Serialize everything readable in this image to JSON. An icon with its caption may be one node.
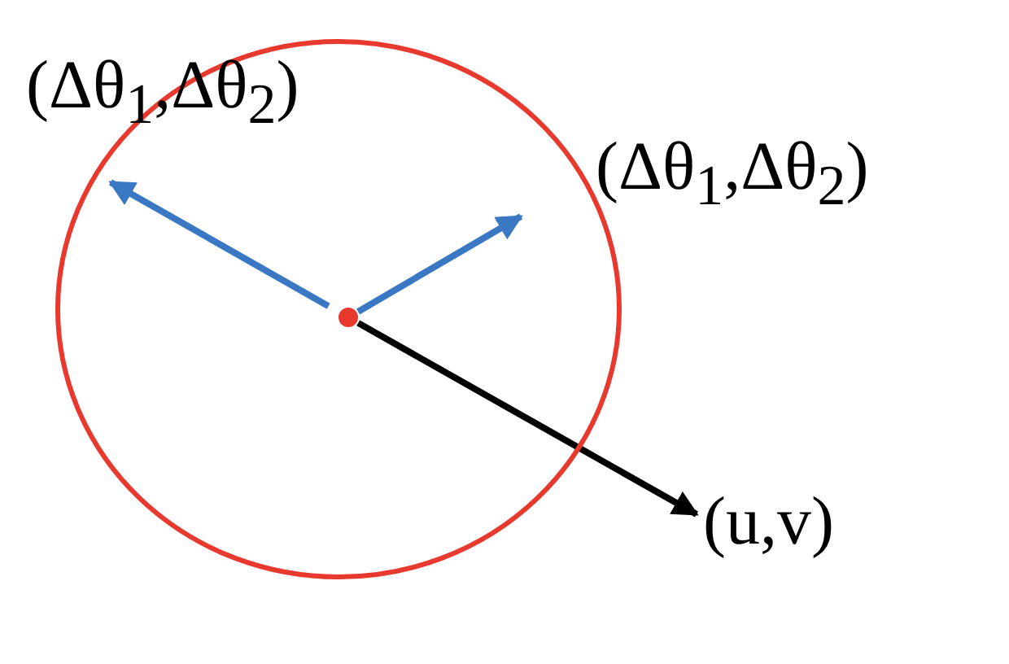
{
  "diagram": {
    "nodes": [
      {
        "text": [],
        "shape": "circle"
      },
      {
        "text": [],
        "shape": "circle",
        "in": 0
      },
      {
        "text": [
          "(Δθ$_{1}$,Δθ$_{2}$)"
        ]
      },
      {
        "text": [
          "(Δθ$_{1}$,Δθ$_{2}$)"
        ]
      },
      {
        "text": [
          "(u,v)"
        ]
      }
    ],
    "edges": [
      {
        "from": 1,
        "to": 2,
        "arrow": "to",
        "color": "#3a78c3"
      },
      {
        "from": 1,
        "to": 3,
        "arrow": "to",
        "color": "#3a78c3"
      },
      {
        "from": 1,
        "to": 4,
        "arrow": "to",
        "color": "#000000"
      }
    ]
  }
}
